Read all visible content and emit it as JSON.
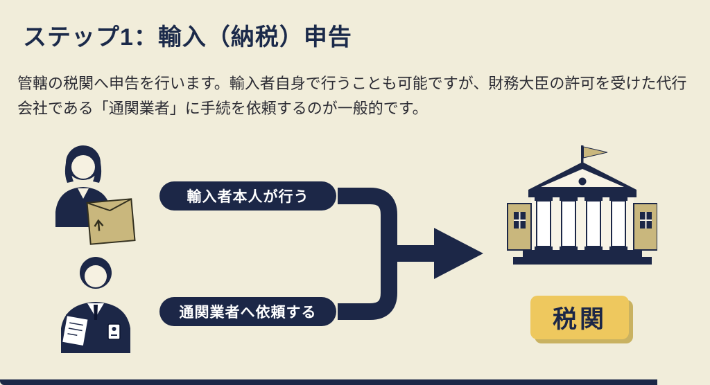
{
  "page": {
    "title": "ステップ1：輸入（納税）申告",
    "description": "管轄の税関へ申告を行います。輸入者自身で行うことも可能ですが、財務大臣の許可を受けた代行会社である「通関業者」に手続を依頼するのが一般的です。"
  },
  "diagram": {
    "options": [
      {
        "label": "輸入者本人が行う",
        "icon": "importer-person-with-box-icon"
      },
      {
        "label": "通関業者へ依頼する",
        "icon": "customs-broker-person-icon"
      },
      {
        "label": "税関",
        "icon": "customs-building-icon"
      }
    ],
    "arrow": "merge-arrow-icon"
  },
  "colors": {
    "background": "#f1edda",
    "navy": "#1c2747",
    "tan": "#c9b77d",
    "yellow_badge": "#eec85e",
    "title_text": "#1b2a4a",
    "body_text": "#2b2b33"
  }
}
